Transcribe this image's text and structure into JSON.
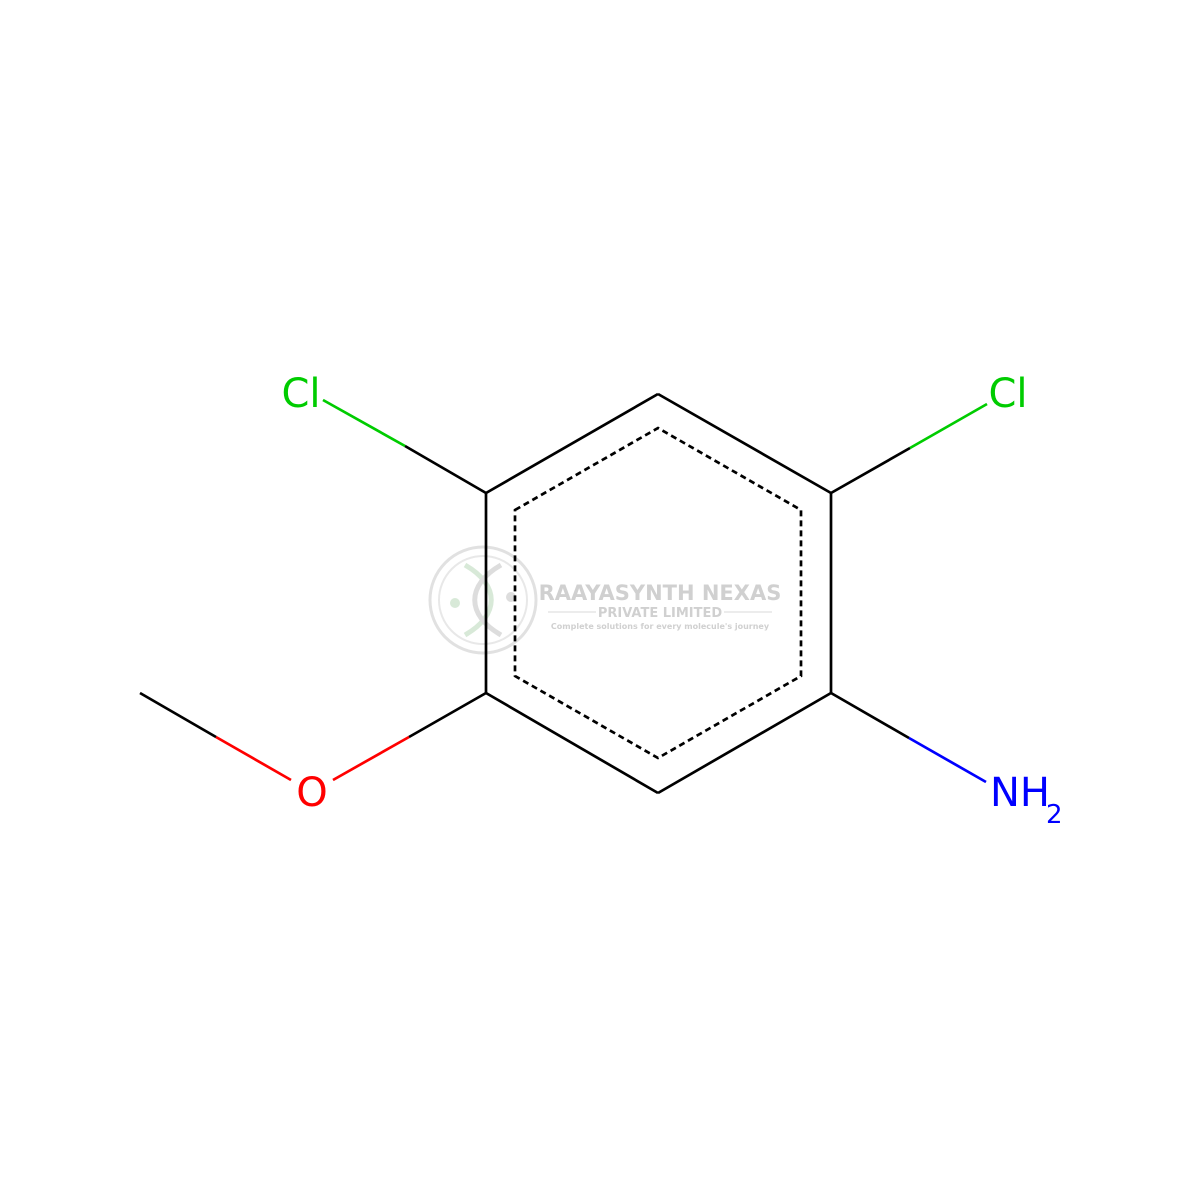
{
  "molecule": {
    "atoms": {
      "cl_left": {
        "symbol": "Cl"
      },
      "cl_right": {
        "symbol": "Cl"
      },
      "oxygen": {
        "symbol": "O"
      },
      "amine": {
        "symbol": "NH",
        "subscript": "2"
      }
    },
    "colors": {
      "bond": "#000000",
      "chlorine": "#00cc00",
      "oxygen": "#ff0000",
      "nitrogen": "#0000ff"
    }
  },
  "watermark": {
    "company": "RAAYASYNTH NEXAS",
    "subtitle": "PRIVATE LIMITED",
    "tagline": "Complete solutions for every molecule's journey",
    "color": "#c8c8c8"
  }
}
